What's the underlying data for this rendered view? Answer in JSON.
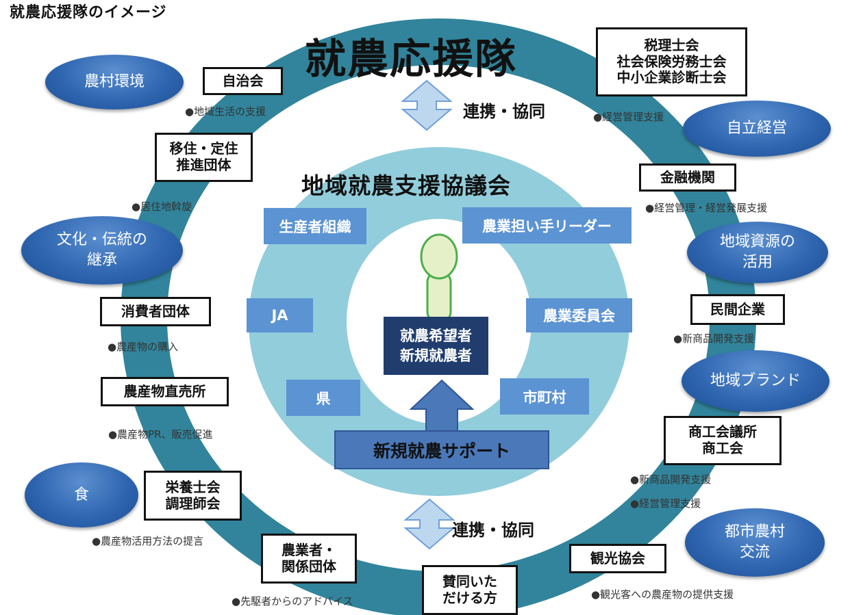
{
  "page_title": "就農応援隊のイメージ",
  "outer_ring_title": "就農応援隊",
  "council_title": "地域就農支援協議会",
  "cooperation_top": "連携・協同",
  "cooperation_bottom": "連携・協同",
  "center": {
    "label": "就農希望者\n新規就農者",
    "support": "新規就農サポート"
  },
  "council_members": {
    "producer_org": "生産者組織",
    "leader": "農業担い手リーダー",
    "ja": "JA",
    "committee": "農業委員会",
    "prefecture": "県",
    "municipality": "市町村"
  },
  "themes": {
    "rural_env": "農村環境",
    "culture": "文化・伝統の\n継承",
    "food": "食",
    "independent": "自立経営",
    "resources": "地域資源の\n活用",
    "brand": "地域ブランド",
    "exchange": "都市農村\n交流"
  },
  "supporters": {
    "jichikai": "自治会",
    "iju": "移住・定住\n推進団体",
    "consumer": "消費者団体",
    "direct_sales": "農産物直売所",
    "nutrition": "栄養士会\n調理師会",
    "farmers": "農業者・\n関係団体",
    "supporters_general": "賛同いた\nだける方",
    "tax": "税理士会\n社会保険労務士会\n中小企業診断士会",
    "finance": "金融機関",
    "private": "民間企業",
    "commerce": "商工会議所\n商工会",
    "tourism": "観光協会"
  },
  "notes": {
    "jichikai": "●地域生活の支援",
    "iju": "●居住地斡旋",
    "consumer": "●農産物の購入",
    "direct_sales": "●農産物PR、販売促進",
    "nutrition": "●農産物活用方法の提言",
    "farmers": "●先駆者からのアドバイス",
    "tax": "●経営管理支援",
    "finance": "●経営管理・経営発展支援",
    "private": "●新商品開発支援",
    "commerce_1": "●新商品開発支援",
    "commerce_2": "●経営管理支援",
    "tourism": "●観光客への農産物の提供支援"
  },
  "colors": {
    "outer_ring": "#31849b",
    "middle_ring": "#92cddc",
    "org_box": "#5b93d3",
    "arrow_fill": "#bdd7ee",
    "arrow_stroke": "#6f9fd8",
    "support_arrow": "#4a78b8",
    "center_box": "#203d6e",
    "oval": "#2f66b0",
    "figure_fill": "#e6f0c8",
    "figure_stroke": "#4cae4c"
  }
}
